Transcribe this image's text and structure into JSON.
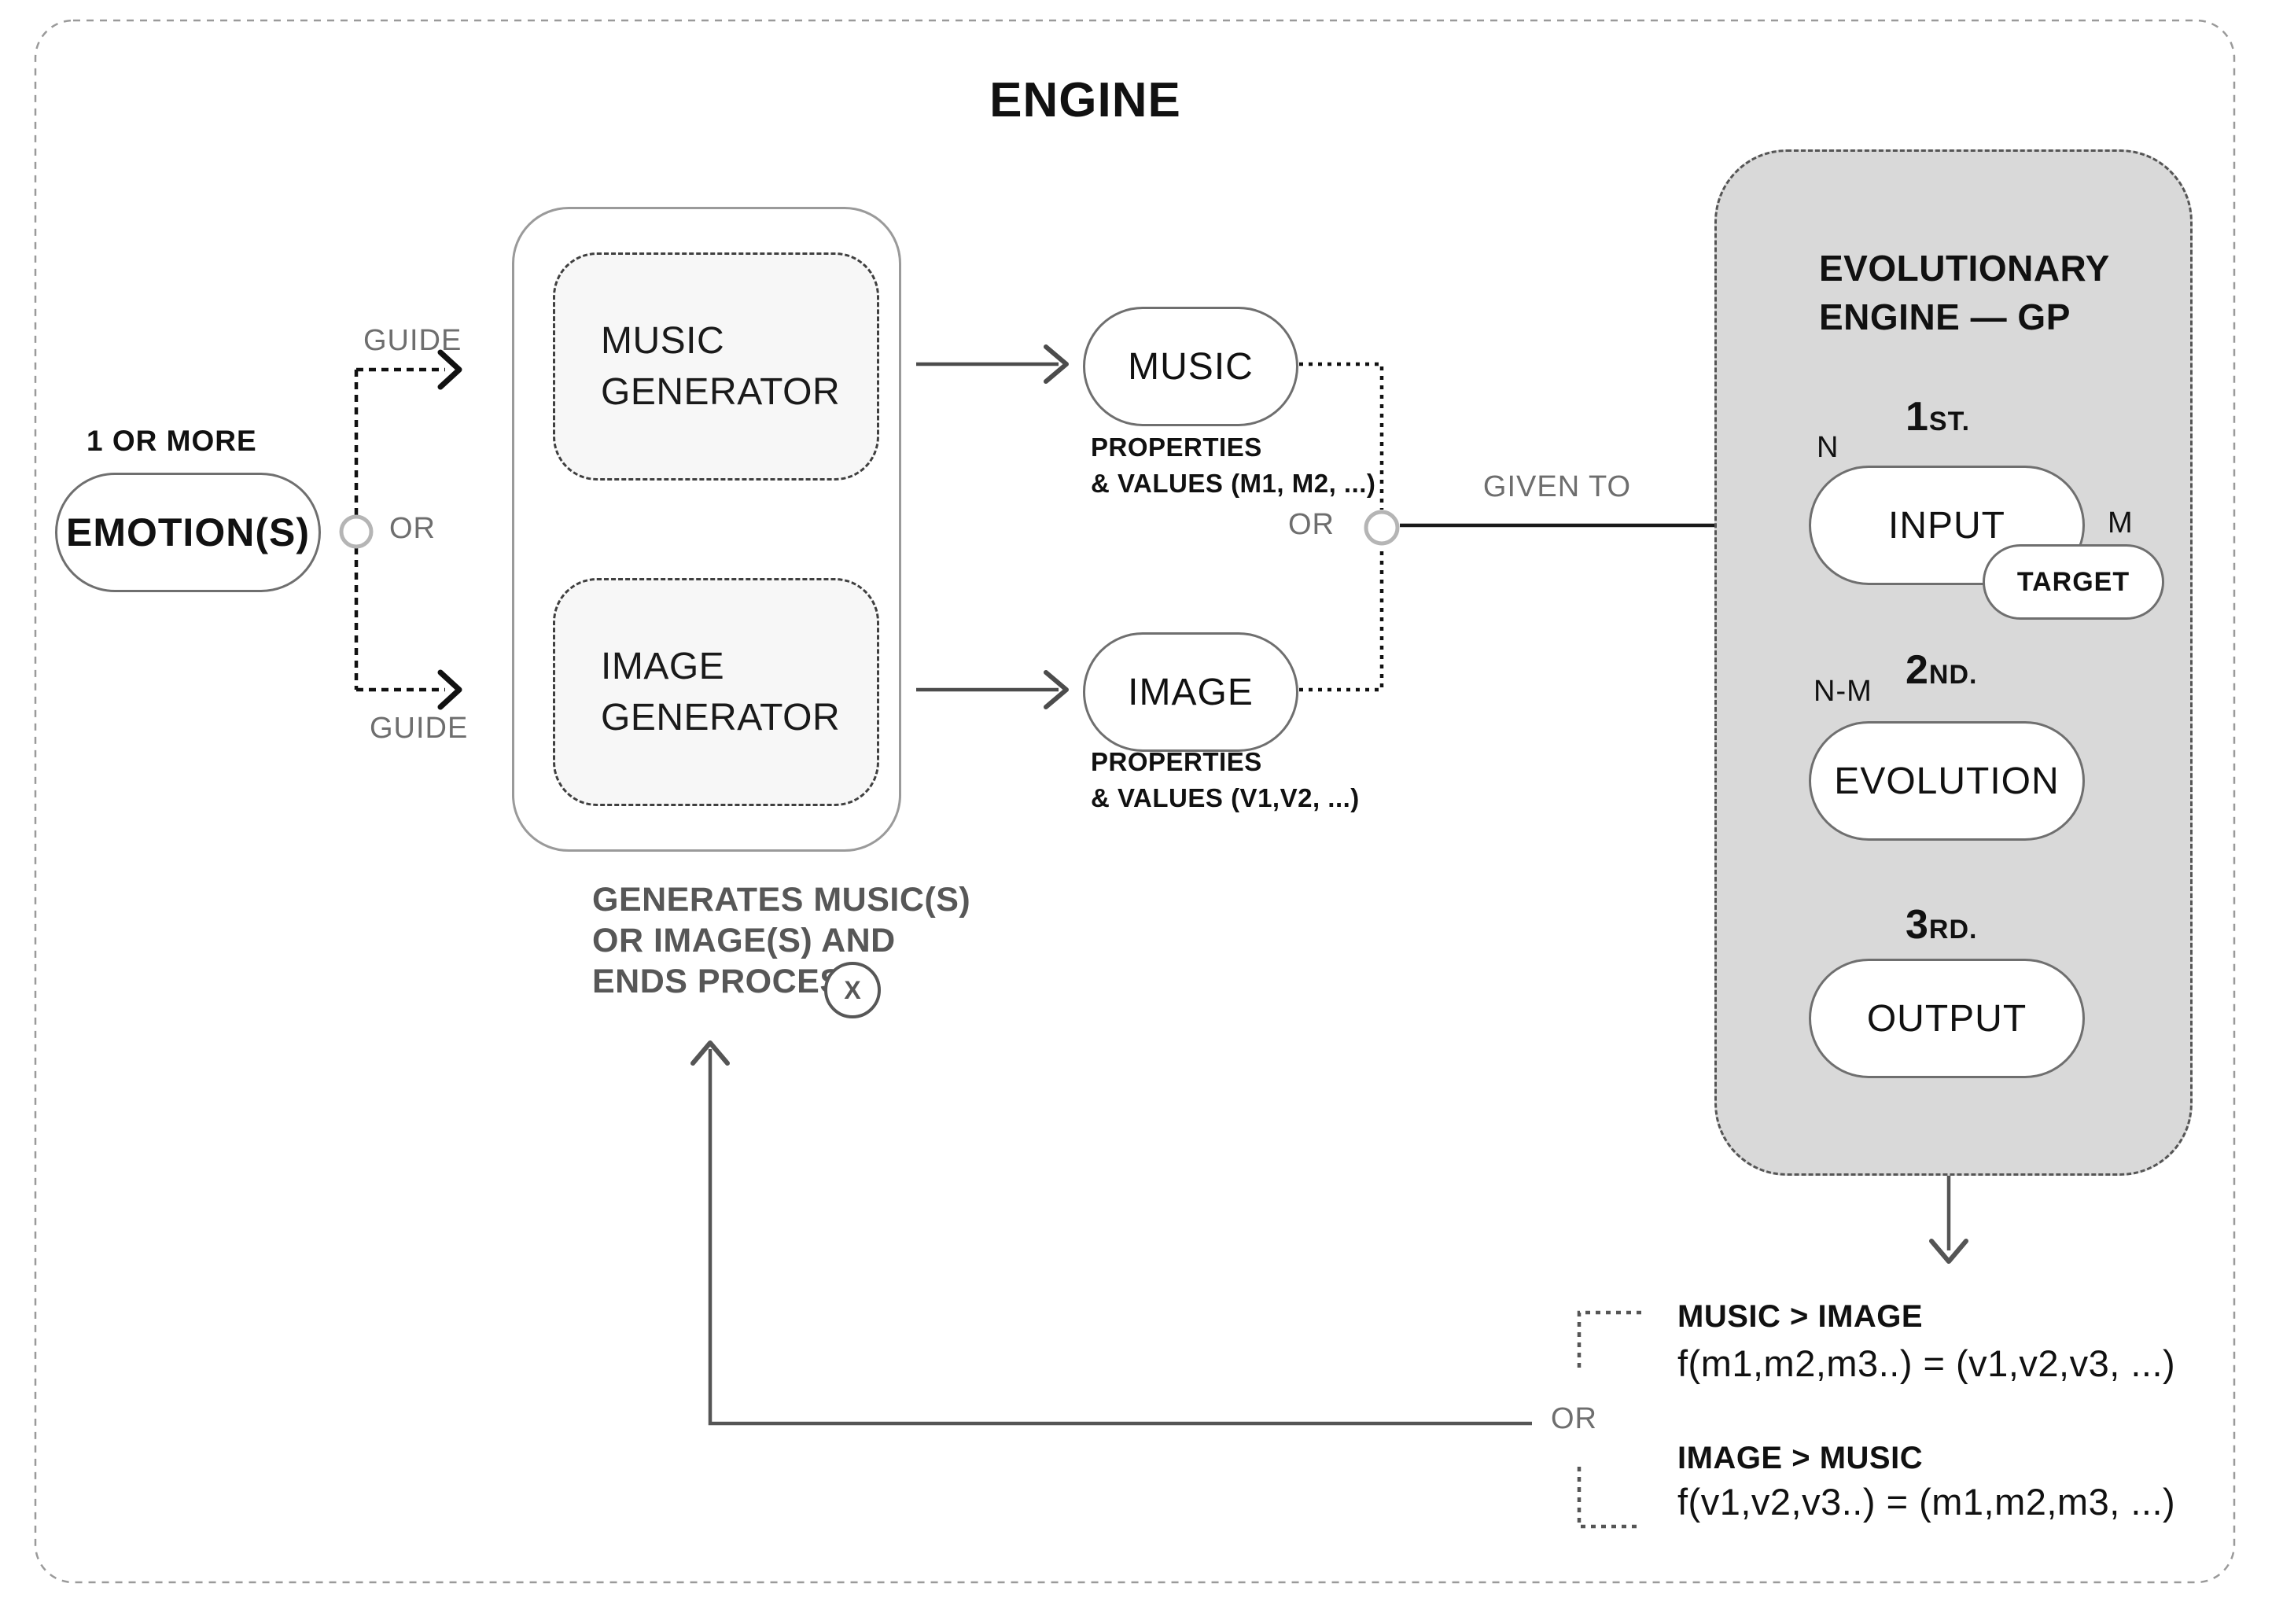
{
  "title": "ENGINE",
  "left": {
    "caption": "1 OR MORE",
    "emotion": "EMOTION(S)",
    "or": "OR",
    "guide_top": "GUIDE",
    "guide_bottom": "GUIDE"
  },
  "generators": {
    "music": {
      "line1": "MUSIC",
      "line2": "GENERATOR"
    },
    "image": {
      "line1": "IMAGE",
      "line2": "GENERATOR"
    }
  },
  "artifacts": {
    "music": "MUSIC",
    "music_props_line1": "PROPERTIES",
    "music_props_line2": "& VALUES (M1, M2, ...)",
    "image": "IMAGE",
    "image_props_line1": "PROPERTIES",
    "image_props_line2": "& VALUES (V1,V2, ...)",
    "or": "OR",
    "given_to": "GIVEN TO"
  },
  "evolution": {
    "title_line1": "EVOLUTIONARY",
    "title_line2": "ENGINE — GP",
    "step1_num": "1",
    "step1_suffix": "ST.",
    "n_label": "N",
    "input": "INPUT",
    "m_label": "M",
    "target": "TARGET",
    "step2_num": "2",
    "step2_suffix": "ND.",
    "nm_label": "N-M",
    "evolution": "EVOLUTION",
    "step3_num": "3",
    "step3_suffix": "RD.",
    "output": "OUTPUT"
  },
  "feedback": {
    "line1": "GENERATES MUSIC(S)",
    "line2": "OR IMAGE(S) AND",
    "line3": "ENDS PROCESS",
    "x": "X"
  },
  "mapping": {
    "or": "OR",
    "case1_title": "MUSIC > IMAGE",
    "case1_formula": "f(m1,m2,m3..) = (v1,v2,v3, ...)",
    "case2_title": "IMAGE > MUSIC",
    "case2_formula": "f(v1,v2,v3..) = (m1,m2,m3, ...)"
  },
  "colors": {
    "evo_fill": "#d9d9d9",
    "gen_inner_fill": "#f7f7f7",
    "line_dark": "#4c4c4c",
    "line_black": "#1a1a1a",
    "label_gray": "#6e6e6e",
    "circle_gray": "#b5b5b5",
    "border_gray": "#6f6f6f"
  }
}
